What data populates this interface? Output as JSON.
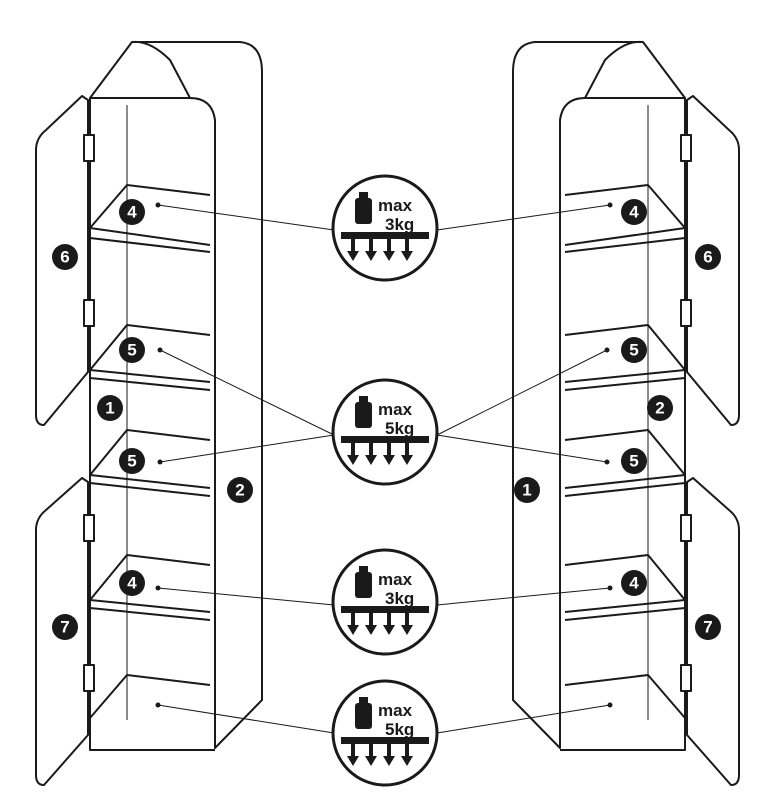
{
  "left_badges": [
    {
      "id": "6",
      "label": "6"
    },
    {
      "id": "4a",
      "label": "4"
    },
    {
      "id": "5a",
      "label": "5"
    },
    {
      "id": "1",
      "label": "1"
    },
    {
      "id": "5b",
      "label": "5"
    },
    {
      "id": "2",
      "label": "2"
    },
    {
      "id": "4b",
      "label": "4"
    },
    {
      "id": "7",
      "label": "7"
    }
  ],
  "right_badges": [
    {
      "id": "4a",
      "label": "4"
    },
    {
      "id": "6",
      "label": "6"
    },
    {
      "id": "5a",
      "label": "5"
    },
    {
      "id": "2",
      "label": "2"
    },
    {
      "id": "5b",
      "label": "5"
    },
    {
      "id": "1",
      "label": "1"
    },
    {
      "id": "4b",
      "label": "4"
    },
    {
      "id": "7",
      "label": "7"
    }
  ],
  "weights": [
    {
      "max": "max",
      "load": "3kg"
    },
    {
      "max": "max",
      "load": "5kg"
    },
    {
      "max": "max",
      "load": "3kg"
    },
    {
      "max": "max",
      "load": "5kg"
    }
  ]
}
